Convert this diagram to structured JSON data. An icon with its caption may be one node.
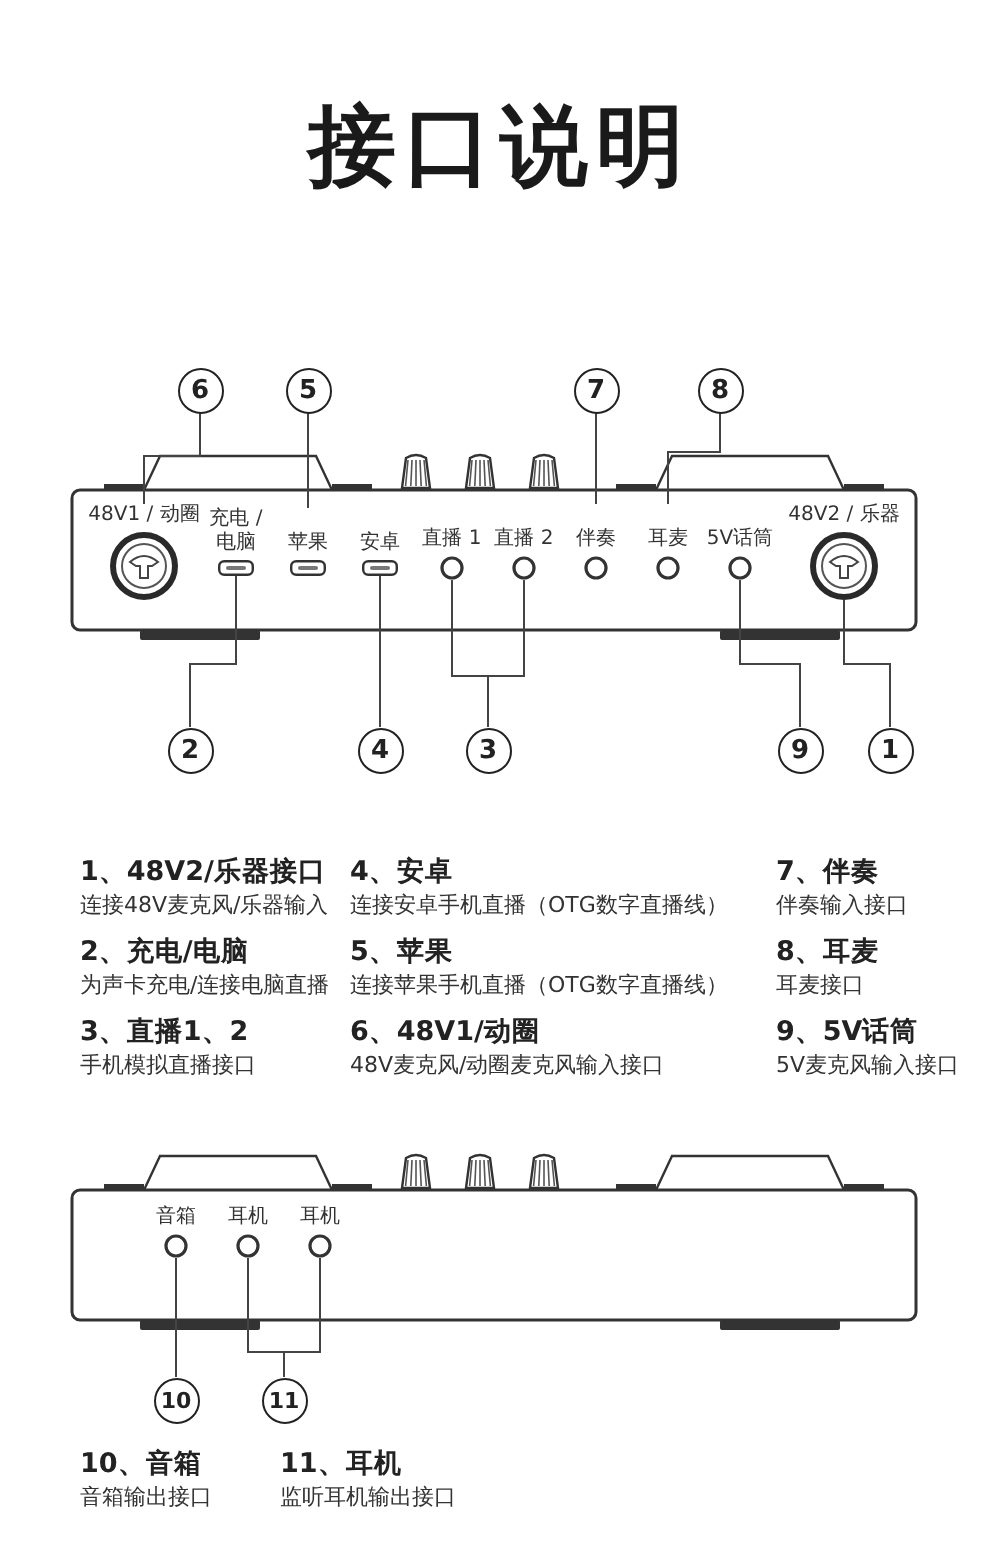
{
  "diagram": {
    "title": "接口说明",
    "nodes": [
      {
        "text": [
          "6"
        ]
      },
      {
        "text": [
          "5"
        ]
      },
      {
        "text": [
          "7"
        ]
      },
      {
        "text": [
          "8"
        ]
      },
      {
        "text": [
          "48V1 / 动圈"
        ]
      },
      {
        "text": [
          "充电 / 电脑"
        ]
      },
      {
        "text": [
          "苹果"
        ]
      },
      {
        "text": [
          "安卓"
        ]
      },
      {
        "text": [
          "直播 1"
        ]
      },
      {
        "text": [
          "直播 2"
        ]
      },
      {
        "text": [
          "伴奏"
        ]
      },
      {
        "text": [
          "耳麦"
        ]
      },
      {
        "text": [
          "5V话筒"
        ]
      },
      {
        "text": [
          "48V2 / 乐器"
        ]
      },
      {
        "text": [
          "2"
        ]
      },
      {
        "text": [
          "4"
        ]
      },
      {
        "text": [
          "3"
        ]
      },
      {
        "text": [
          "9"
        ]
      },
      {
        "text": [
          "1"
        ]
      },
      {
        "text": [
          "音箱"
        ]
      },
      {
        "text": [
          "耳机"
        ]
      },
      {
        "text": [
          "耳机"
        ]
      },
      {
        "text": [
          "10"
        ]
      },
      {
        "text": [
          "11"
        ]
      }
    ],
    "edges": [
      {
        "from": 0,
        "to": 4,
        "arrow": "none"
      },
      {
        "from": 1,
        "to": 6,
        "arrow": "none"
      },
      {
        "from": 2,
        "to": 10,
        "arrow": "none"
      },
      {
        "from": 3,
        "to": 11,
        "arrow": "none"
      },
      {
        "from": 14,
        "to": 5,
        "arrow": "none"
      },
      {
        "from": 15,
        "to": 7,
        "arrow": "none"
      },
      {
        "from": 16,
        "to": 8,
        "arrow": "none"
      },
      {
        "from": 16,
        "to": 9,
        "arrow": "none"
      },
      {
        "from": 17,
        "to": 12,
        "arrow": "none"
      },
      {
        "from": 18,
        "to": 13,
        "arrow": "none"
      },
      {
        "from": 22,
        "to": 19,
        "arrow": "none"
      },
      {
        "from": 23,
        "to": 20,
        "arrow": "none"
      },
      {
        "from": 23,
        "to": 21,
        "arrow": "none"
      }
    ],
    "labels": [
      "1、48V2/乐器接口",
      "连接48V麦克风/乐器输入",
      "4、安卓",
      "连接安卓手机直播（OTG数字直播线）",
      "7、伴奏",
      "伴奏输入接口",
      "2、充电/电脑",
      "为声卡充电/连接电脑直播",
      "5、苹果",
      "连接苹果手机直播（OTG数字直播线）",
      "8、耳麦",
      "耳麦接口",
      "3、直播1、2",
      "手机模拟直播接口",
      "6、48V1/动圈",
      "48V麦克风/动圈麦克风输入接口",
      "9、5V话筒",
      "5V麦克风输入接口",
      "10、音箱",
      "音箱输出接口",
      "11、耳机",
      "监听耳机输出接口"
    ]
  }
}
